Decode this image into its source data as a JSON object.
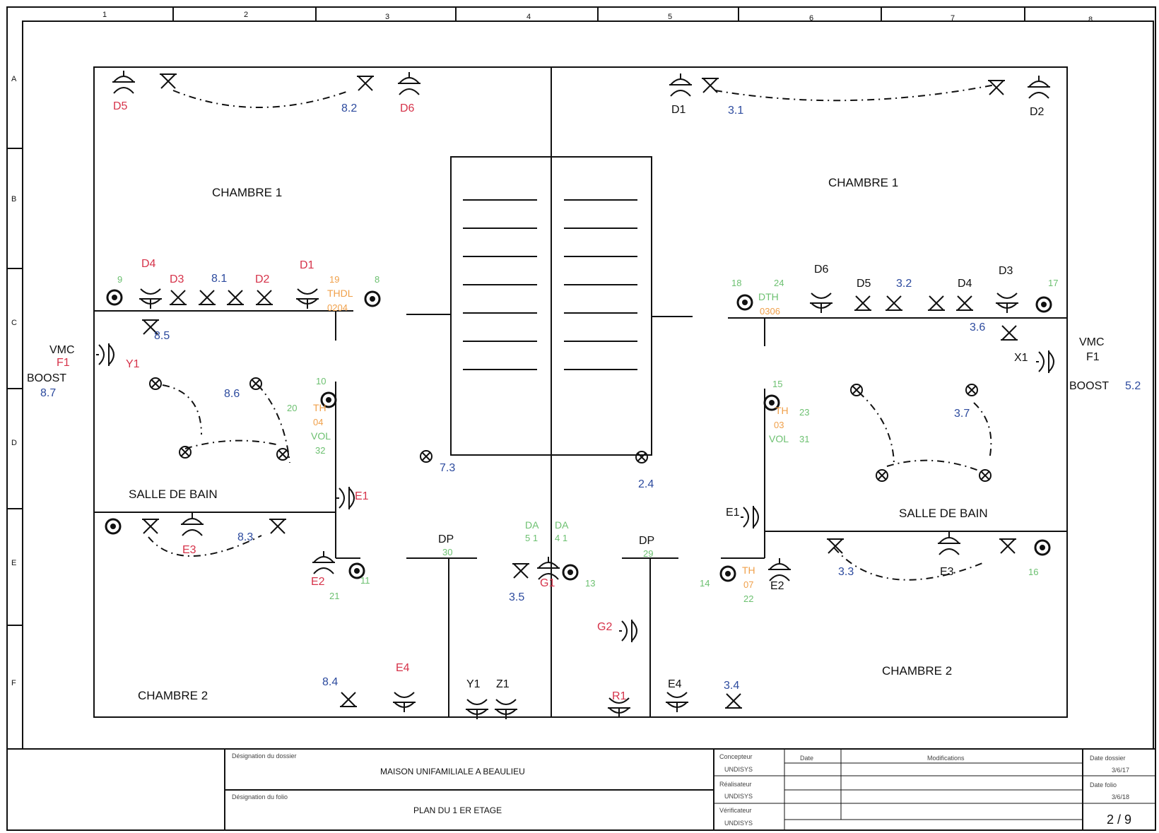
{
  "frame": {
    "columns": [
      "1",
      "2",
      "3",
      "4",
      "5",
      "6",
      "7",
      "8"
    ],
    "rows": [
      "A",
      "B",
      "C",
      "D",
      "E",
      "F"
    ]
  },
  "rooms": {
    "left_top": "CHAMBRE 1",
    "right_top": "CHAMBRE 1",
    "left_bath": "SALLE DE BAIN",
    "right_bath": "SALLE DE BAIN",
    "left_bottom": "CHAMBRE 2",
    "right_bottom": "CHAMBRE 2"
  },
  "labels": {
    "d5_left": "D5",
    "d6_left": "D6",
    "l82": "8.2",
    "d1_right": "D1",
    "l31": "3.1",
    "d2_right": "D2",
    "d4_left": "D4",
    "d3_left": "D3",
    "l81": "8.1",
    "d2_left": "D2",
    "d1_left": "D1",
    "n9": "9",
    "n19": "19",
    "thdl": "THDL",
    "n0204": "0204",
    "n8": "8",
    "l85": "8.5",
    "vmc_left": "VMC",
    "f1_left": "F1",
    "boost_left": "BOOST",
    "l87": "8.7",
    "y1_left": "Y1",
    "l86": "8.6",
    "n10": "10",
    "n20": "20",
    "th_left": "TH",
    "n04": "04",
    "vol_left": "VOL",
    "n32": "32",
    "e1_left": "E1",
    "l73": "7.3",
    "e3_left": "E3",
    "l83": "8.3",
    "e2_left": "E2",
    "n21": "21",
    "n11": "11",
    "dp_left": "DP",
    "n30": "30",
    "da_a": "DA",
    "da_b": "DA",
    "n51": "5 1",
    "n41": "4 1",
    "g1": "G1",
    "n13": "13",
    "l35": "3.5",
    "dp_right": "DP",
    "n29": "29",
    "l24": "2.4",
    "g2": "G2",
    "e4_left": "E4",
    "l84": "8.4",
    "y1_bottom": "Y1",
    "z1_bottom": "Z1",
    "r1": "R1",
    "e4_right": "E4",
    "l34": "3.4",
    "d6_right": "D6",
    "d5_right": "D5",
    "l32": "3.2",
    "d4_right": "D4",
    "d3_right": "D3",
    "n18": "18",
    "n24": "24",
    "dth": "DTH",
    "n0306": "0306",
    "n17": "17",
    "l36": "3.6",
    "x1": "X1",
    "vmc_right": "VMC",
    "f1_right": "F1",
    "boost_right": "BOOST",
    "l52": "5.2",
    "n15": "15",
    "th_right": "TH",
    "n03": "03",
    "vol_right": "VOL",
    "n23": "23",
    "n31": "31",
    "l37": "3.7",
    "e1_right": "E1",
    "e3_right": "E3",
    "l33": "3.3",
    "n16": "16",
    "n14": "14",
    "th2_right": "TH",
    "n07": "07",
    "n22": "22",
    "e2_right": "E2"
  },
  "title_block": {
    "dossier_caption": "Désignation du dossier",
    "dossier": "MAISON UNIFAMILIALE A BEAULIEU",
    "folio_caption": "Désignation du folio",
    "folio": "PLAN DU 1 ER ETAGE",
    "concepteur_caption": "Concepteur",
    "concepteur": "UNDISYS",
    "realisateur_caption": "Réalisateur",
    "realisateur": "UNDISYS",
    "verificateur_caption": "Vérificateur",
    "verificateur": "UNDISYS",
    "date_caption": "Date",
    "modifications_caption": "Modifications",
    "date_dossier_caption": "Date dossier",
    "date_dossier": "3/6/17",
    "date_folio_caption": "Date folio",
    "date_folio": "3/6/18",
    "page": "2 / 9"
  },
  "colors": {
    "red": "#d6334a",
    "blue": "#2c4a9e",
    "green": "#6cc070",
    "orange": "#f0a04a"
  }
}
